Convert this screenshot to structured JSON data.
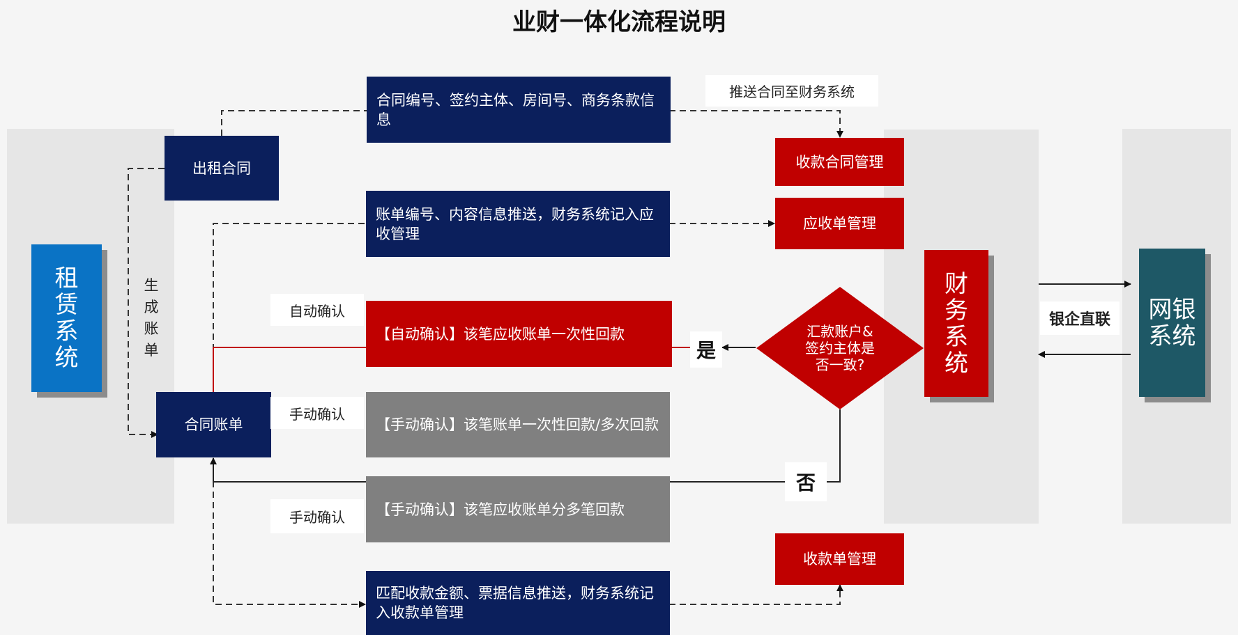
{
  "title": "业财一体化流程说明",
  "nodes": {
    "lease_system": [
      "租",
      "赁",
      "系",
      "统"
    ],
    "generate_bill": [
      "生",
      "成",
      "账",
      "单"
    ],
    "lease_contract": "出租合同",
    "contract_bill": "合同账单",
    "contract_info": "合同编号、签约主体、房间号、商务条款信息",
    "push_contract": "推送合同至财务系统",
    "bill_info": "账单编号、内容信息推送，财务系统记入应收管理",
    "auto_label": "自动确认",
    "auto_confirm": "【自动确认】该笔应收账单一次性回款",
    "manual_label_1": "手动确认",
    "manual_confirm_1": "【手动确认】该笔账单一次性回款/多次回款",
    "manual_label_2": "手动确认",
    "manual_confirm_2": "【手动确认】该笔应收账单分多笔回款",
    "match_info": "匹配收款金额、票据信息推送，财务系统记入收款单管理",
    "receipt_contract_mgmt": "收款合同管理",
    "receivable_mgmt": "应收单管理",
    "receipt_mgmt": "收款单管理",
    "decision": "汇款账户&签约主体是否一致?",
    "yes": "是",
    "no": "否",
    "finance_system": [
      "财",
      "务",
      "系",
      "统"
    ],
    "bank_enterprise_link": "银企直联",
    "online_bank_line1": "网银",
    "online_bank_line2": "系统"
  },
  "colors": {
    "navy": "#0b1f5c",
    "red": "#c00000",
    "gray": "#808080",
    "teal": "#1e5866",
    "blue": "#0a73c5"
  }
}
